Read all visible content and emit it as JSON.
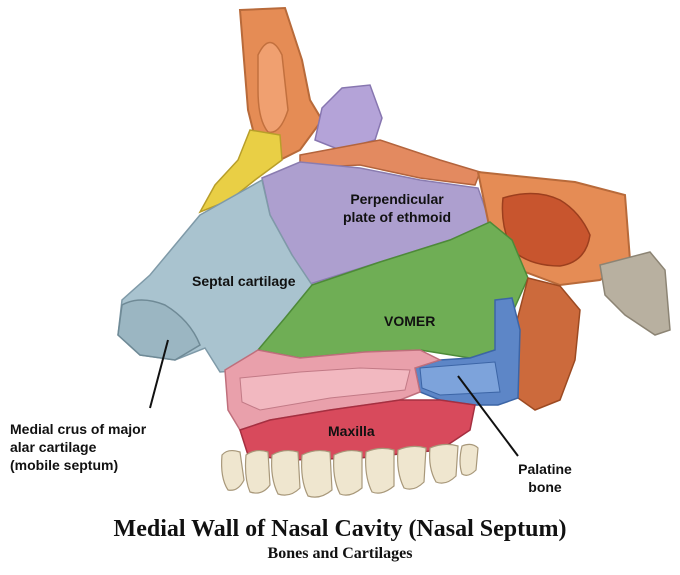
{
  "labels": {
    "perpendicular_plate_line1": "Perpendicular",
    "perpendicular_plate_line2": "plate of ethmoid",
    "septal_cartilage": "Septal cartilage",
    "vomer": "VOMER",
    "maxilla": "Maxilla",
    "medial_crus_line1": "Medial crus of major",
    "medial_crus_line2": "alar cartilage",
    "medial_crus_line3": "(mobile septum)",
    "palatine_line1": "Palatine",
    "palatine_line2": "bone"
  },
  "caption": {
    "title": "Medial Wall of Nasal Cavity (Nasal Septum)",
    "subtitle": "Bones and Cartilages"
  },
  "colors": {
    "septal_cartilage": "#a9c3cf",
    "perpendicular_plate": "#ad9fcf",
    "vomer": "#6fae55",
    "maxilla_bone": "#e9a0ab",
    "maxilla_gum": "#d84a5c",
    "palatine": "#5d86c7",
    "frontal_bone": "#e58c55",
    "nasal_bone": "#e9cf45",
    "sphenoid": "#cc6a3c",
    "teeth": "#efe6cf"
  }
}
